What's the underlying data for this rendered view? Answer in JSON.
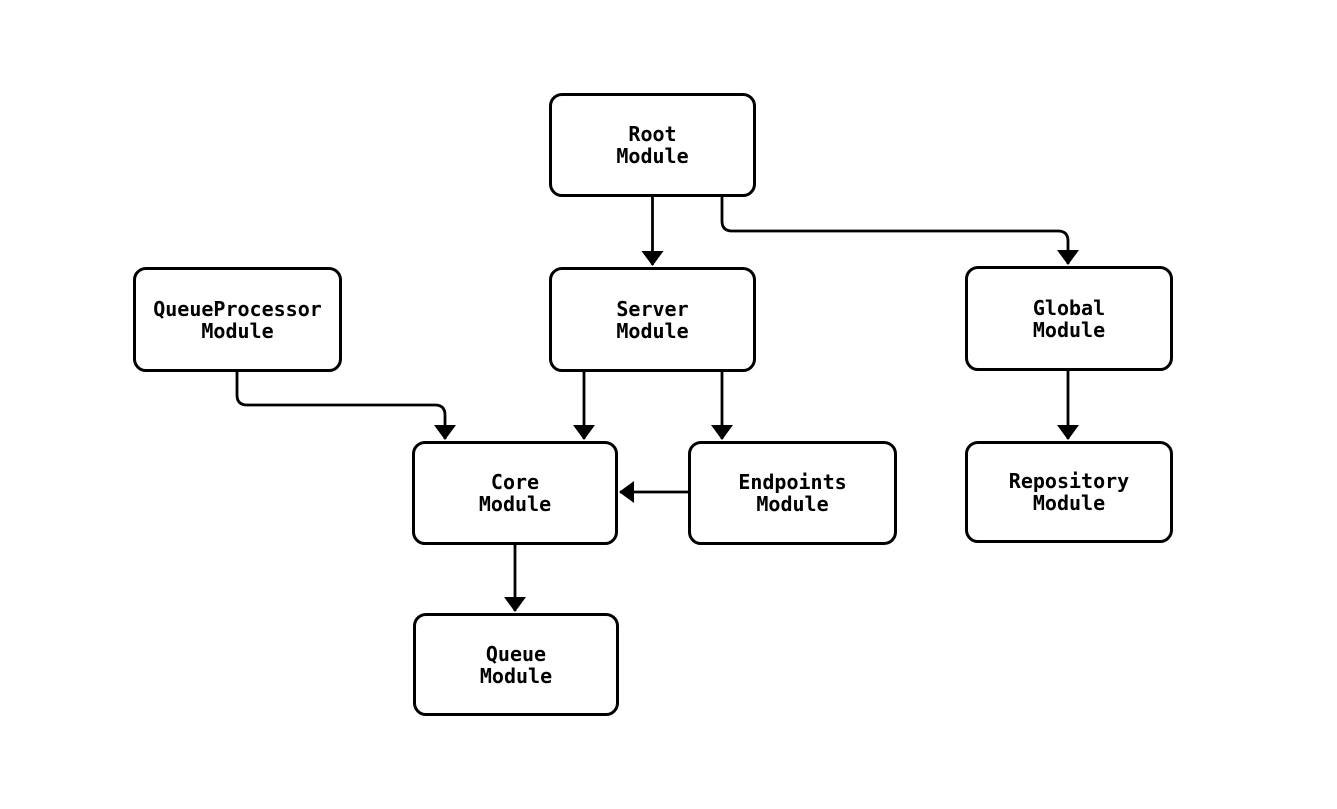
{
  "diagram": {
    "type": "module-dependency-diagram",
    "colors": {
      "background": "#ffffff",
      "node_fill": "#ffffff",
      "node_border": "#000000",
      "edge_stroke": "#000000",
      "text": "#000000"
    },
    "nodes": [
      {
        "id": "root",
        "label": "Root\nModule"
      },
      {
        "id": "server",
        "label": "Server\nModule"
      },
      {
        "id": "queueprocessor",
        "label": "QueueProcessor\nModule"
      },
      {
        "id": "global",
        "label": "Global\nModule"
      },
      {
        "id": "core",
        "label": "Core\nModule"
      },
      {
        "id": "endpoints",
        "label": "Endpoints\nModule"
      },
      {
        "id": "repository",
        "label": "Repository\nModule"
      },
      {
        "id": "queue",
        "label": "Queue\nModule"
      }
    ],
    "edges": [
      {
        "from": "Root Module",
        "to": "Server Module"
      },
      {
        "from": "Root Module",
        "to": "Global Module"
      },
      {
        "from": "QueueProcessor Module",
        "to": "Core Module"
      },
      {
        "from": "Server Module",
        "to": "Core Module"
      },
      {
        "from": "Server Module",
        "to": "Endpoints Module"
      },
      {
        "from": "Endpoints Module",
        "to": "Core Module"
      },
      {
        "from": "Global Module",
        "to": "Repository Module"
      },
      {
        "from": "Core Module",
        "to": "Queue Module"
      }
    ]
  }
}
